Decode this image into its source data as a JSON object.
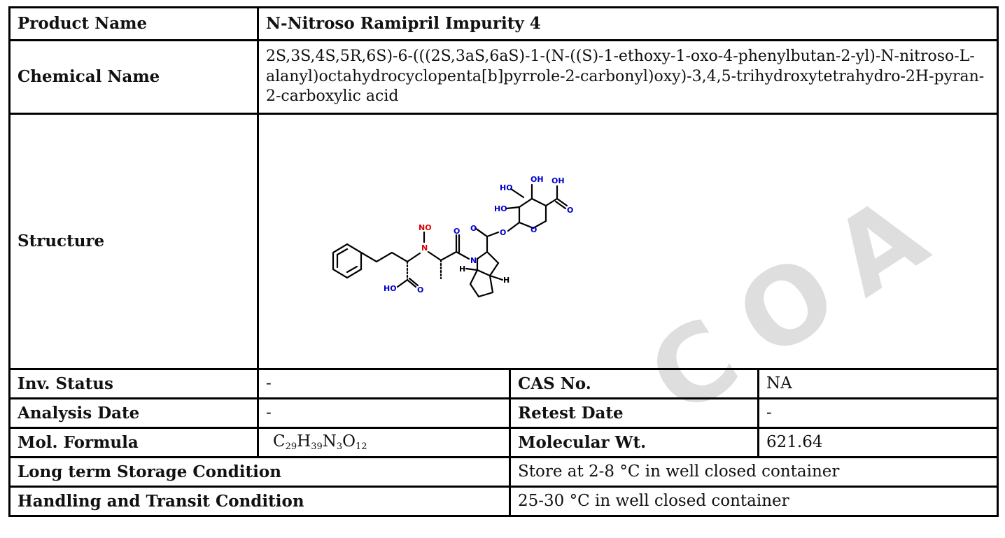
{
  "rows": {
    "product_name": {
      "label": "Product Name",
      "value": "N-Nitroso Ramipril Impurity 4"
    },
    "chemical_name": {
      "label": "Chemical Name",
      "value": "2S,3S,4S,5R,6S)-6-(((2S,3aS,6aS)-1-(N-((S)-1-ethoxy-1-oxo-4-phenylbutan-2-yl)-N-nitroso-L-alanyl)octahydrocyclopenta[b]pyrrole-2-carbonyl)oxy)-3,4,5-trihydroxytetrahydro-2H-pyran-2-carboxylic acid"
    },
    "structure": {
      "label": "Structure"
    },
    "inv_status": {
      "label": "Inv. Status",
      "value": "-"
    },
    "cas_no": {
      "label": "CAS No.",
      "value": "NA"
    },
    "analysis_date": {
      "label": "Analysis Date",
      "value": "-"
    },
    "retest_date": {
      "label": "Retest Date",
      "value": "-"
    },
    "mol_formula": {
      "label": "Mol. Formula",
      "value": {
        "C": "29",
        "H": "39",
        "N": "3",
        "O": "12"
      }
    },
    "molecular_wt": {
      "label": "Molecular Wt.",
      "value": "621.64"
    },
    "storage": {
      "label": "Long term Storage Condition",
      "value": "Store at 2-8 °C in well closed container"
    },
    "handling": {
      "label": "Handling and Transit Condition",
      "value": "25-30 °C in well closed container"
    }
  },
  "structure_labels": {
    "oh_top": "OH",
    "oh_acid": "OH",
    "ho_upper": "HO",
    "ho_lower": "HO",
    "o_carbonyl_acid": "O",
    "o_ring": "O",
    "o_ester_link": "O",
    "o_ester_carbonyl": "O",
    "no_group": "NO",
    "n_nitroso": "N",
    "o_amide": "O",
    "n_ring": "N",
    "h_left": "H",
    "h_right": "H",
    "ho_bottom": "HO",
    "o_bottom": "O"
  },
  "watermark_text": "COA",
  "colors": {
    "hetero_o": "#0000cc",
    "hetero_n_nitroso": "#dd0000",
    "bond": "#000000",
    "watermark": "#d4d4d4",
    "border": "#000000"
  }
}
